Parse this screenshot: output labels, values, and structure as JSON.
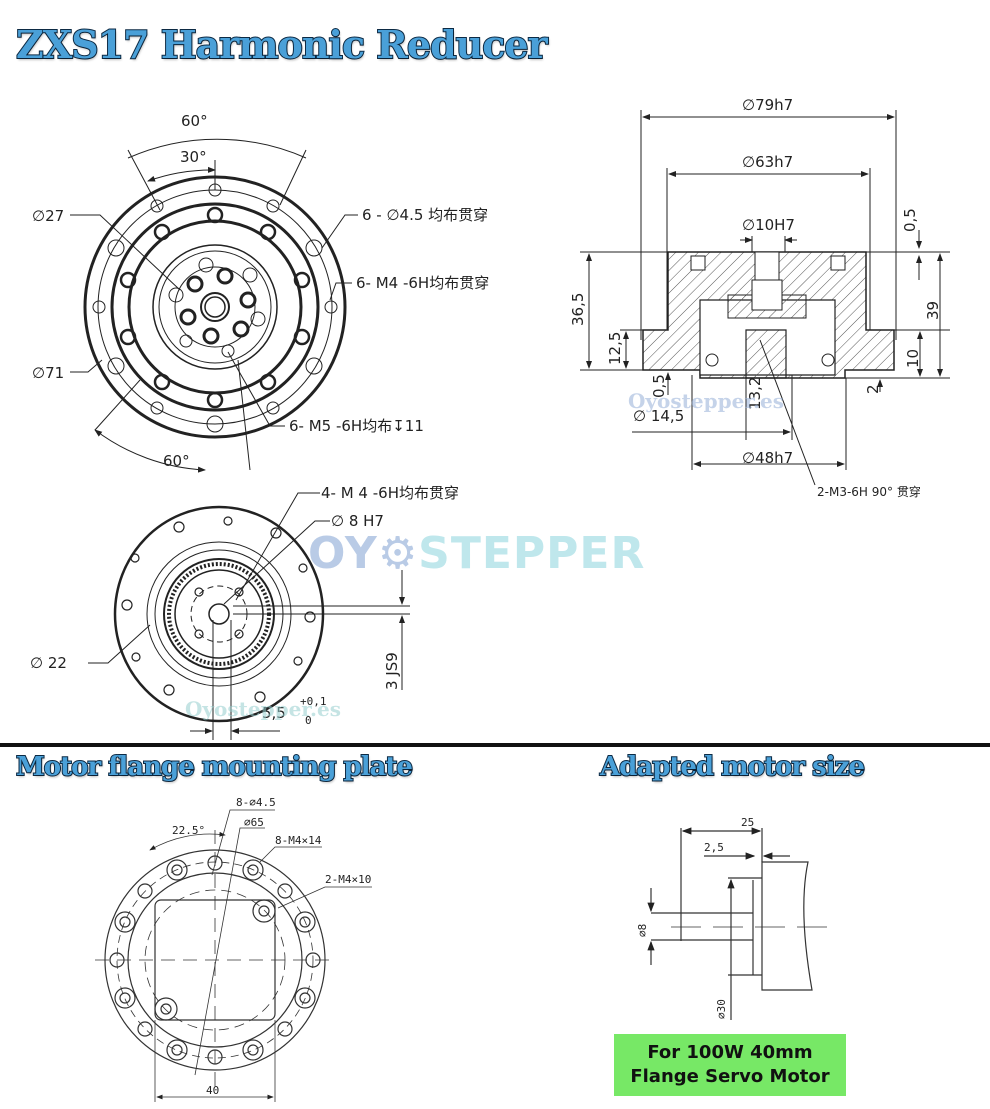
{
  "titles": {
    "main": "ZXS17 Harmonic Reducer",
    "flange_plate": "Motor flange mounting plate",
    "adapted_motor": "Adapted motor size"
  },
  "front_view": {
    "angle_outer": "60°",
    "angle_inner": "30°",
    "angle_bottom": "60°",
    "dia_27": "∅27",
    "dia_71": "∅71",
    "holes_through": "6 - ∅4.5 均布贯穿",
    "thread_m4": "6- M4 -6H均布贯穿",
    "thread_m5": "6- M5 -6H均布↧11"
  },
  "section_view": {
    "dia_79": "∅79h7",
    "dia_63": "∅63h7",
    "dia_10": "∅10H7",
    "dia_48": "∅48h7",
    "dia_14_5": "∅ 14,5",
    "h_36_5": "36,5",
    "h_12_5": "12,5",
    "h_39": "39",
    "h_10": "10",
    "h_0_5_top": "0,5",
    "h_0_5_bottom": "0,5",
    "h_2": "2",
    "h_13_2": "13,2",
    "note_m3": "2-M3-6H 90° 贯穿"
  },
  "rear_view": {
    "thread_m4": "4-  M  4  -6H均布贯穿",
    "dia_8": "∅  8  H7",
    "dia_22": "∅  22",
    "key_js9": "3  JS9",
    "key_depth": "5,5",
    "tol_upper": "+0,1",
    "tol_lower": "0"
  },
  "flange_plate": {
    "holes": "8-∅4.5",
    "dia_65": "∅65",
    "threads_m4x14": "8-M4×14",
    "threads_m4x10": "2-M4×10",
    "angle": "22.5°",
    "width": "40"
  },
  "motor_size": {
    "len_25": "25",
    "len_2_5": "2,5",
    "dia_8": "∅8",
    "dia_30": "∅30",
    "note_line1": "For 100W 40mm",
    "note_line2": "Flange Servo Motor"
  },
  "watermarks": {
    "logo_oy": "OY",
    "logo_stepper": "STEPPER",
    "site_1": "Oyostepper.es",
    "site_2": "Oyostepper.es"
  },
  "colors": {
    "title_fill": "#4aa0d8",
    "title_stroke": "#0d2a44",
    "note_bg": "#77e866",
    "watermark_blue": "#b9cbe6",
    "watermark_teal": "#bfe7ec"
  }
}
